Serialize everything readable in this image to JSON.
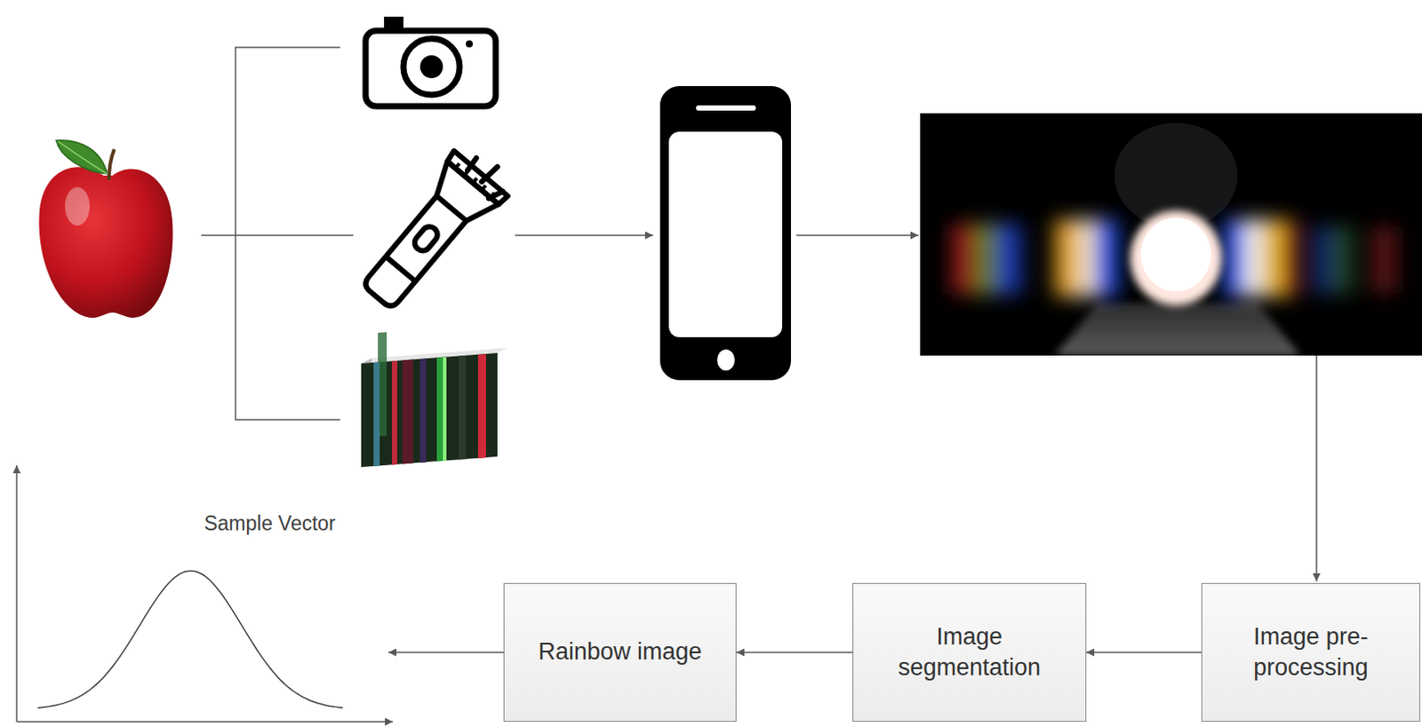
{
  "diagram": {
    "nodes": [
      {
        "text": [
          "Rainbow image"
        ]
      },
      {
        "text": [
          "Image segmentation"
        ]
      },
      {
        "text": [
          "Image pre-processing"
        ]
      }
    ],
    "edges": [
      {
        "from": 2,
        "to": 1,
        "arrow": "to"
      },
      {
        "from": 1,
        "to": 0,
        "arrow": "to"
      }
    ],
    "labels": [
      "Sample Vector"
    ]
  }
}
